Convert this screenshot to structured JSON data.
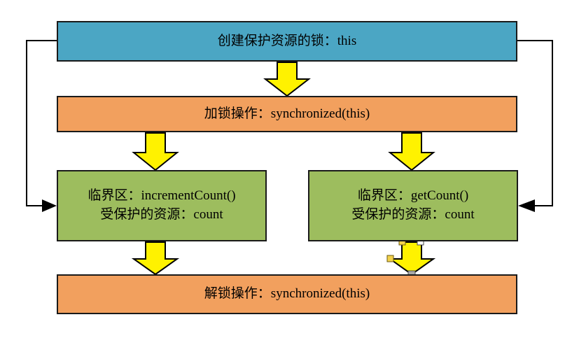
{
  "diagram": {
    "title": "synchronized lock diagram",
    "palette": {
      "blue": "#4BA6C4",
      "orange": "#F2A05E",
      "green": "#9DBD5E",
      "arrow_yellow": "#FFF200",
      "outline": "#1a1a1a",
      "background": "#ffffff",
      "handle_selected": "#F2D14B",
      "handle_unselected": "#ffffff",
      "handle_endpoint": "#a8a8a8"
    },
    "nodes": [
      {
        "id": "create-lock",
        "lines": [
          "创建保护资源的锁：this"
        ],
        "color": "#4BA6C4"
      },
      {
        "id": "lock-op",
        "lines": [
          "加锁操作：synchronized(this)"
        ],
        "color": "#F2A05E"
      },
      {
        "id": "critical-left",
        "lines": [
          "临界区：incrementCount()",
          "受保护的资源：count"
        ],
        "color": "#9DBD5E"
      },
      {
        "id": "critical-right",
        "lines": [
          "临界区：getCount()",
          "受保护的资源：count"
        ],
        "color": "#9DBD5E"
      },
      {
        "id": "unlock-op",
        "lines": [
          "解锁操作：synchronized(this)"
        ],
        "color": "#F2A05E"
      }
    ],
    "arrows": [
      {
        "id": "arrow-create-to-lock",
        "kind": "block-arrow",
        "direction": "down",
        "from": "create-lock",
        "to": "lock-op"
      },
      {
        "id": "arrow-lock-to-critical-left",
        "kind": "block-arrow",
        "direction": "down",
        "from": "lock-op",
        "to": "critical-left"
      },
      {
        "id": "arrow-lock-to-critical-right",
        "kind": "block-arrow",
        "direction": "down",
        "from": "lock-op",
        "to": "critical-right"
      },
      {
        "id": "arrow-critical-left-to-unlock",
        "kind": "block-arrow",
        "direction": "down",
        "from": "critical-left",
        "to": "unlock-op"
      },
      {
        "id": "arrow-critical-right-to-unlock",
        "kind": "block-arrow",
        "direction": "down",
        "from": "critical-right",
        "to": "unlock-op",
        "selected": true
      },
      {
        "id": "connector-left",
        "kind": "elbow-connector",
        "direction": "right",
        "from": "create-lock",
        "to": "critical-left"
      },
      {
        "id": "connector-right",
        "kind": "elbow-connector",
        "direction": "left",
        "from": "create-lock",
        "to": "critical-right"
      }
    ],
    "selection": {
      "target": "arrow-critical-right-to-unlock",
      "handle_count": 4
    }
  }
}
